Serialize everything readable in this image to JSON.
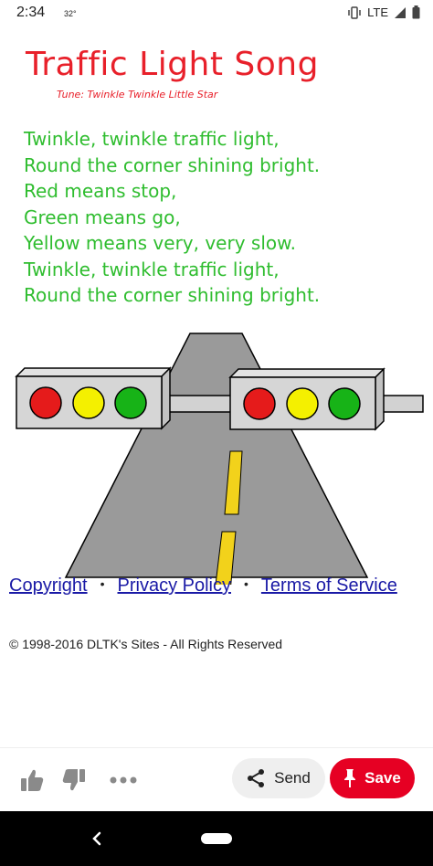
{
  "status_bar": {
    "time": "2:34",
    "temperature": "32°",
    "network": "LTE"
  },
  "page": {
    "title": "Traffic Light Song",
    "tune": "Tune: Twinkle Twinkle Little Star",
    "lyrics": [
      "Twinkle, twinkle traffic light,",
      "Round the corner shining bright.",
      "Red means stop,",
      "Green means go,",
      "Yellow means very, very slow.",
      "Twinkle, twinkle traffic light,",
      "Round the corner shining bright."
    ],
    "colors": {
      "title": "#e8202a",
      "lyrics": "#2fbd2f",
      "light_red": "#e51b1b",
      "light_yellow": "#f4f000",
      "light_green": "#17b317",
      "road": "#9a9a9a",
      "road_line": "#f2d21b"
    }
  },
  "footer": {
    "links": {
      "copyright": "Copyright",
      "privacy": "Privacy Policy",
      "terms": "Terms of Service"
    },
    "separator": "•",
    "notice": "© 1998-2016 DLTK's Sites - All Rights Reserved"
  },
  "action_bar": {
    "like_icon": "thumbs-up-icon",
    "dislike_icon": "thumbs-down-icon",
    "more_icon": "more-icon",
    "send_label": "Send",
    "save_label": "Save",
    "save_color": "#e60023"
  },
  "nav_bar": {
    "back_icon": "back-icon",
    "home_icon": "home-pill-icon"
  }
}
